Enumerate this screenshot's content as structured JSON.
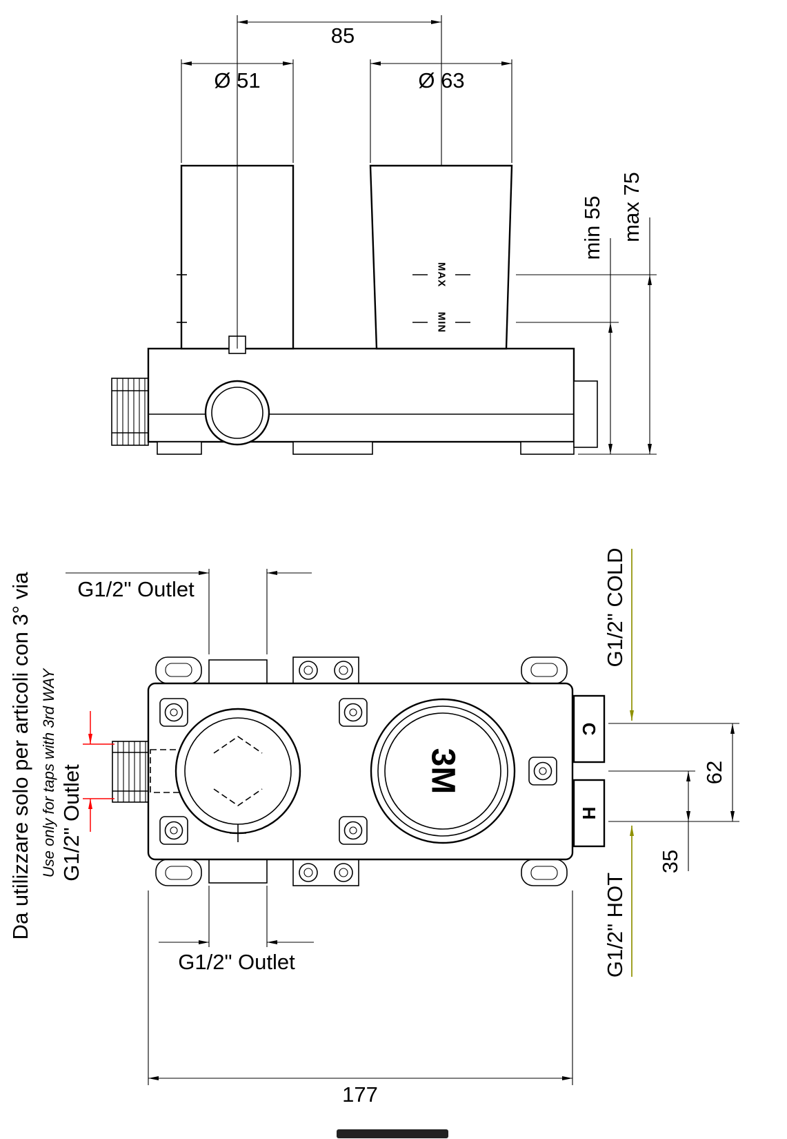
{
  "colors": {
    "line": "#000000",
    "red": "#ff0000",
    "blue": "#29a8e0",
    "olive": "#8f9100",
    "bar": "#222222"
  },
  "elevation": {
    "dim_pitch": "85",
    "dim_dia_small": "Ø 51",
    "dim_dia_large": "Ø 63",
    "label_max": "MAX",
    "label_min": "MIN",
    "dim_depth_min": "min 55",
    "dim_depth_max": "max 75"
  },
  "plan": {
    "label_outlet_top": "G1/2\" Outlet",
    "label_outlet_bottom": "G1/2\" Outlet",
    "label_outlet_third": "G1/2\" Outlet",
    "note_it": "Da utilizzare solo per articoli con 3° via",
    "note_en": "Use only for taps with 3rd WAY",
    "label_cold": "G1/2\" COLD",
    "label_hot": "G1/2\" HOT",
    "mark_cold": "C",
    "mark_hot": "H",
    "mark_body": "3M",
    "dim_port_pitch": "62",
    "dim_hot_offset": "35",
    "dim_body_width": "177"
  }
}
